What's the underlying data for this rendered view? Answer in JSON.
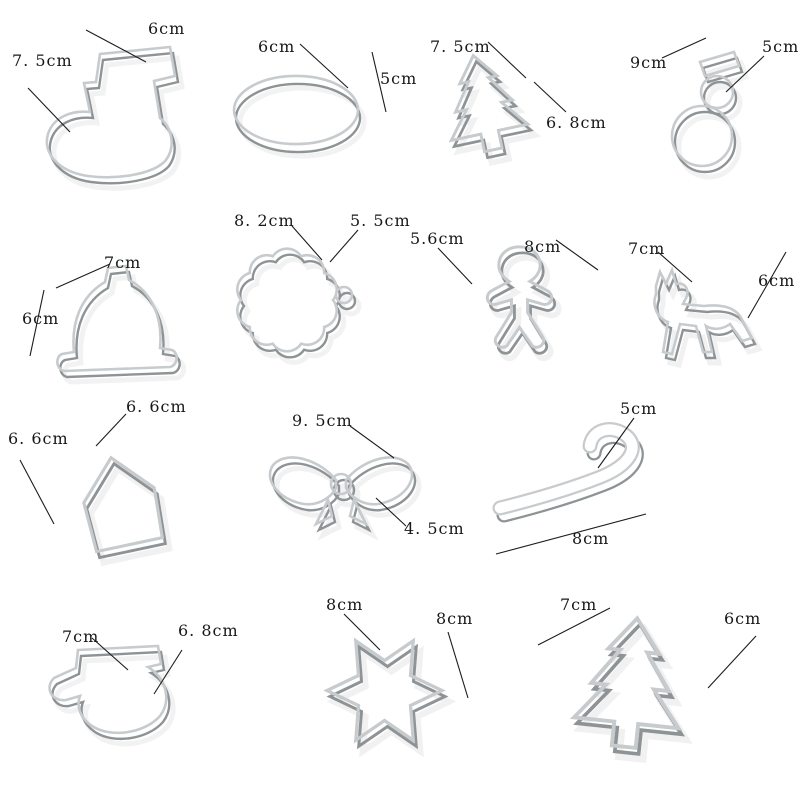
{
  "background_color": "#ffffff",
  "annotation": {
    "line_color": "#1c1c1c",
    "text_color": "#181818",
    "unit": "cm"
  },
  "metal_colors": {
    "face": "#c7cbcd",
    "depth": "#8e9396",
    "shadow": "rgba(0,0,0,0.05)"
  },
  "items": [
    {
      "shape": "christmas-stocking-cutter",
      "labels": [
        "6cm",
        "7. 5cm"
      ]
    },
    {
      "shape": "oval-cutter",
      "labels": [
        "6cm",
        "5cm"
      ]
    },
    {
      "shape": "christmas-tree-cutter",
      "labels": [
        "7. 5cm",
        "6. 8cm"
      ]
    },
    {
      "shape": "snowman-cutter",
      "labels": [
        "9cm",
        "5cm"
      ]
    },
    {
      "shape": "bell-cutter",
      "labels": [
        "7cm",
        "6cm"
      ]
    },
    {
      "shape": "wreath-scallop-cutter",
      "labels": [
        "8. 2cm",
        "5. 5cm"
      ]
    },
    {
      "shape": "gingerbread-man-cutter",
      "labels": [
        "5.6cm",
        "8cm"
      ]
    },
    {
      "shape": "reindeer-cutter",
      "labels": [
        "7cm",
        "6cm"
      ]
    },
    {
      "shape": "house-cutter",
      "labels": [
        "6. 6cm",
        "6. 6cm"
      ]
    },
    {
      "shape": "bow-ribbon-cutter",
      "labels": [
        "9. 5cm",
        "4. 5cm"
      ]
    },
    {
      "shape": "candy-cane-cutter",
      "labels": [
        "5cm",
        "8cm"
      ]
    },
    {
      "shape": "mitten-cutter",
      "labels": [
        "7cm",
        "6. 8cm"
      ]
    },
    {
      "shape": "snowflake-cutter",
      "labels": [
        "8cm",
        "8cm"
      ]
    },
    {
      "shape": "layered-tree-cutter",
      "labels": [
        "7cm",
        "6cm"
      ]
    }
  ]
}
